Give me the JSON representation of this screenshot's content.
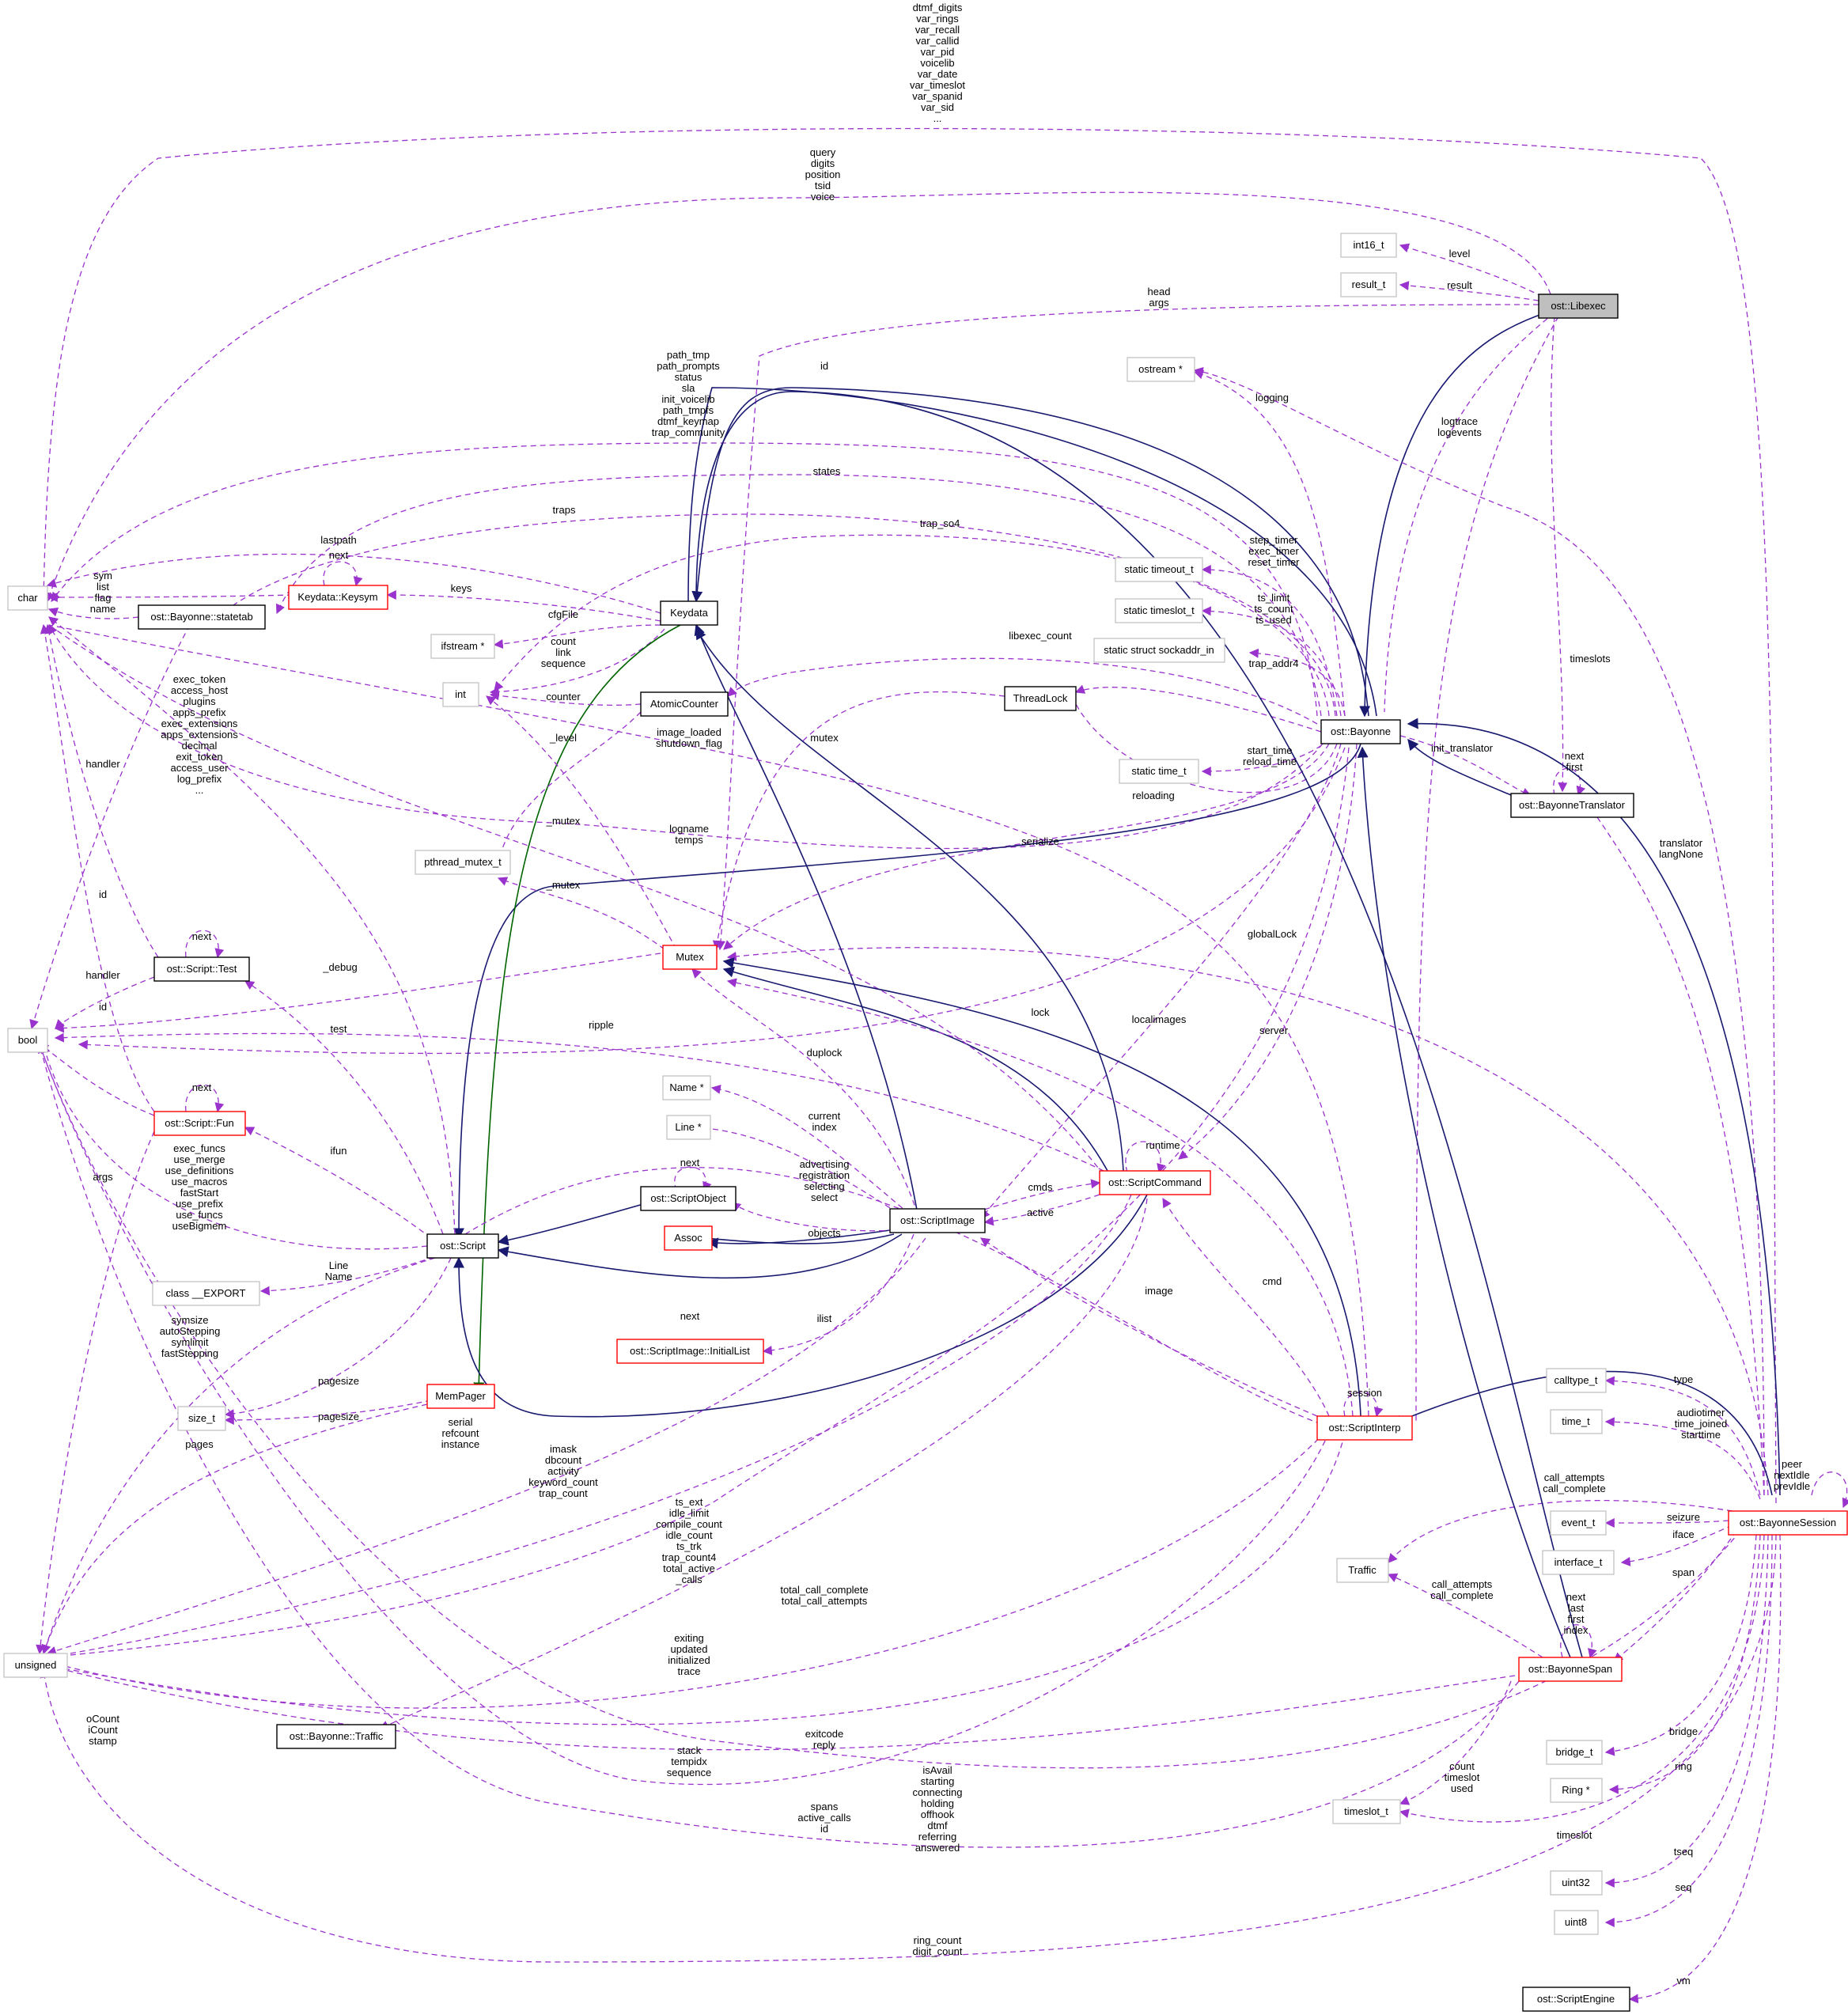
{
  "diagram": {
    "title": "Collaboration diagram for ost::Libexec",
    "colors": {
      "usage_edge": "#9a32cd",
      "inherit_edge": "#191970",
      "template_edge": "#006400",
      "focus_fill": "#bfbfbf",
      "truncated_border": "#ff0000"
    },
    "nodes": {
      "char": "char",
      "bool": "bool",
      "unsigned": "unsigned",
      "int": "int",
      "int16_t": "int16_t",
      "result_t": "result_t",
      "libexec": "ost::Libexec",
      "ostream": "ostream *",
      "keydata": "Keydata",
      "keysym": "Keydata::Keysym",
      "statetab": "ost::Bayonne::statetab",
      "ifstream": "ifstream *",
      "atomiccounter": "AtomicCounter",
      "threadlock": "ThreadLock",
      "pthread_mutex": "pthread_mutex_t",
      "mutex": "Mutex",
      "script_test": "ost::Script::Test",
      "script_fun": "ost::Script::Fun",
      "script": "ost::Script",
      "class_export": "class __EXPORT",
      "size_t": "size_t",
      "mempager": "MemPager",
      "name_ptr": "Name *",
      "line_ptr": "Line *",
      "scriptobject": "ost::ScriptObject",
      "assoc": "Assoc",
      "initiallist": "ost::ScriptImage::InitialList",
      "scriptimage": "ost::ScriptImage",
      "scriptcommand": "ost::ScriptCommand",
      "scriptinterp": "ost::ScriptInterp",
      "static_timeout": "static timeout_t",
      "static_timeslot": "static timeslot_t",
      "static_sockaddr": "static struct sockaddr_in",
      "static_time": "static time_t",
      "bayonne": "ost::Bayonne",
      "translator": "ost::BayonneTranslator",
      "traffic_t": "ost::Bayonne::Traffic",
      "calltype": "calltype_t",
      "time_t": "time_t",
      "event_t": "event_t",
      "interface_t": "interface_t",
      "traffic": "Traffic",
      "span": "ost::BayonneSpan",
      "session": "ost::BayonneSession",
      "bridge_t": "bridge_t",
      "ring_ptr": "Ring *",
      "timeslot_t": "timeslot_t",
      "uint32": "uint32",
      "uint8": "uint8",
      "scriptengine": "ost::ScriptEngine"
    },
    "edge_labels": {
      "char_top": [
        "dtmf_digits",
        "var_rings",
        "var_recall",
        "var_callid",
        "var_pid",
        "voicelib",
        "var_date",
        "var_timeslot",
        "var_spanid",
        "var_sid",
        "..."
      ],
      "char_query": [
        "query",
        "digits",
        "position",
        "tsid",
        "voice"
      ],
      "level": [
        "level"
      ],
      "result": [
        "result"
      ],
      "head_args": [
        "head",
        "args"
      ],
      "path": [
        "path_tmp",
        "path_prompts",
        "status",
        "sla",
        "init_voicelib",
        "path_tmpfs",
        "dtmf_keymap",
        "trap_community"
      ],
      "id_top": [
        "id"
      ],
      "logging": [
        "logging"
      ],
      "logtrace": [
        "logtrace",
        "logevents"
      ],
      "states": [
        "states"
      ],
      "traps": [
        "traps"
      ],
      "trap_so4": [
        "trap_so4"
      ],
      "lastpath": [
        "lastpath"
      ],
      "next_keysym": [
        "next"
      ],
      "sym": [
        "sym",
        "list",
        "flag",
        "name"
      ],
      "keys": [
        "keys"
      ],
      "cfgfile": [
        "cfgFile"
      ],
      "count_link": [
        "count",
        "link",
        "sequence"
      ],
      "counter": [
        "counter"
      ],
      "step_timer": [
        "step_timer",
        "exec_timer",
        "reset_timer"
      ],
      "ts_limit": [
        "ts_limit",
        "ts_count",
        "ts_used"
      ],
      "libexec_count": [
        "libexec_count"
      ],
      "trap_addr4": [
        "trap_addr4"
      ],
      "timeslots": [
        "timeslots"
      ],
      "start_time": [
        "start_time",
        "reload_time"
      ],
      "init_translator": [
        "init_translator"
      ],
      "next_first": [
        "next",
        "first"
      ],
      "reloading": [
        "reloading"
      ],
      "image_loaded": [
        "image_loaded",
        "shutdown_flag"
      ],
      "mutex_lbl": [
        "mutex"
      ],
      "level_bool": [
        "_level"
      ],
      "handler1": [
        "handler"
      ],
      "exec_token": [
        "exec_token",
        "access_host",
        "plugins",
        "apps_prefix",
        "exec_extensions",
        "apps_extensions",
        "decimal",
        "exit_token",
        "access_user",
        "log_prefix",
        "..."
      ],
      "mutex_pthread1": [
        "_mutex"
      ],
      "mutex_pthread2": [
        "_mutex"
      ],
      "logname": [
        "logname",
        "temps"
      ],
      "serialize": [
        "serialize"
      ],
      "translator_lbl": [
        "translator",
        "langNone"
      ],
      "globallock": [
        "globalLock"
      ],
      "id_left": [
        "id"
      ],
      "next_test": [
        "next"
      ],
      "handler2": [
        "handler"
      ],
      "debug": [
        "_debug"
      ],
      "test": [
        "test"
      ],
      "id_bool": [
        "id"
      ],
      "next_fun": [
        "next"
      ],
      "ripple": [
        "ripple"
      ],
      "lock": [
        "lock"
      ],
      "localimages": [
        "localimages"
      ],
      "server": [
        "server"
      ],
      "duplock": [
        "duplock"
      ],
      "exec_funcs": [
        "exec_funcs",
        "use_merge",
        "use_definitions",
        "use_macros",
        "fastStart",
        "use_prefix",
        "use_funcs",
        "useBigmem"
      ],
      "args": [
        "args"
      ],
      "ifun": [
        "ifun"
      ],
      "current": [
        "current",
        "index"
      ],
      "advertising": [
        "advertising",
        "registration",
        "selecting",
        "select"
      ],
      "next_obj": [
        "next"
      ],
      "runtime": [
        "runtime"
      ],
      "cmds": [
        "cmds"
      ],
      "active": [
        "active"
      ],
      "objects": [
        "objects"
      ],
      "line_name": [
        "Line",
        "Name"
      ],
      "symsize": [
        "symsize",
        "autoStepping",
        "symlimit",
        "fastStepping"
      ],
      "next_init": [
        "next"
      ],
      "ilist": [
        "ilist"
      ],
      "image": [
        "image"
      ],
      "cmd": [
        "cmd"
      ],
      "pagesize1": [
        "pagesize"
      ],
      "pagesize2": [
        "pagesize"
      ],
      "pages": [
        "pages"
      ],
      "serial": [
        "serial",
        "refcount",
        "instance"
      ],
      "session_lbl": [
        "session"
      ],
      "type": [
        "type"
      ],
      "audiotimer": [
        "audiotimer",
        "time_joined",
        "starttime"
      ],
      "peer": [
        "peer",
        "nextIdle",
        "prevIdle"
      ],
      "imask": [
        "imask",
        "dbcount",
        "activity",
        "keyword_count",
        "trap_count"
      ],
      "call_attempts1": [
        "call_attempts",
        "call_complete"
      ],
      "seizure": [
        "seizure"
      ],
      "iface": [
        "iface"
      ],
      "ts_ext": [
        "ts_ext",
        "idle_limit",
        "compile_count",
        "idle_count",
        "ts_trk",
        "trap_count4",
        "total_active",
        "_calls"
      ],
      "total_call": [
        "total_call_complete",
        "total_call_attempts"
      ],
      "call_attempts2": [
        "call_attempts",
        "call_complete"
      ],
      "span_lbl": [
        "span"
      ],
      "next_span": [
        "next",
        "last",
        "first",
        "index"
      ],
      "exiting": [
        "exiting",
        "updated",
        "initialized",
        "trace"
      ],
      "ocount": [
        "oCount",
        "iCount",
        "stamp"
      ],
      "bridge": [
        "bridge"
      ],
      "ring": [
        "ring"
      ],
      "exitcode": [
        "exitcode",
        "reply"
      ],
      "stack": [
        "stack",
        "tempidx",
        "sequence"
      ],
      "isavail": [
        "isAvail",
        "starting",
        "connecting",
        "holding",
        "offhook",
        "dtmf",
        "referring",
        "answered"
      ],
      "spans": [
        "spans",
        "active_calls",
        "id"
      ],
      "count_ts": [
        "count",
        "timeslot",
        "used"
      ],
      "timeslot": [
        "timeslot"
      ],
      "tseq": [
        "tseq"
      ],
      "seq": [
        "seq"
      ],
      "ring_count": [
        "ring_count",
        "digit_count"
      ],
      "vm": [
        "vm"
      ]
    }
  }
}
